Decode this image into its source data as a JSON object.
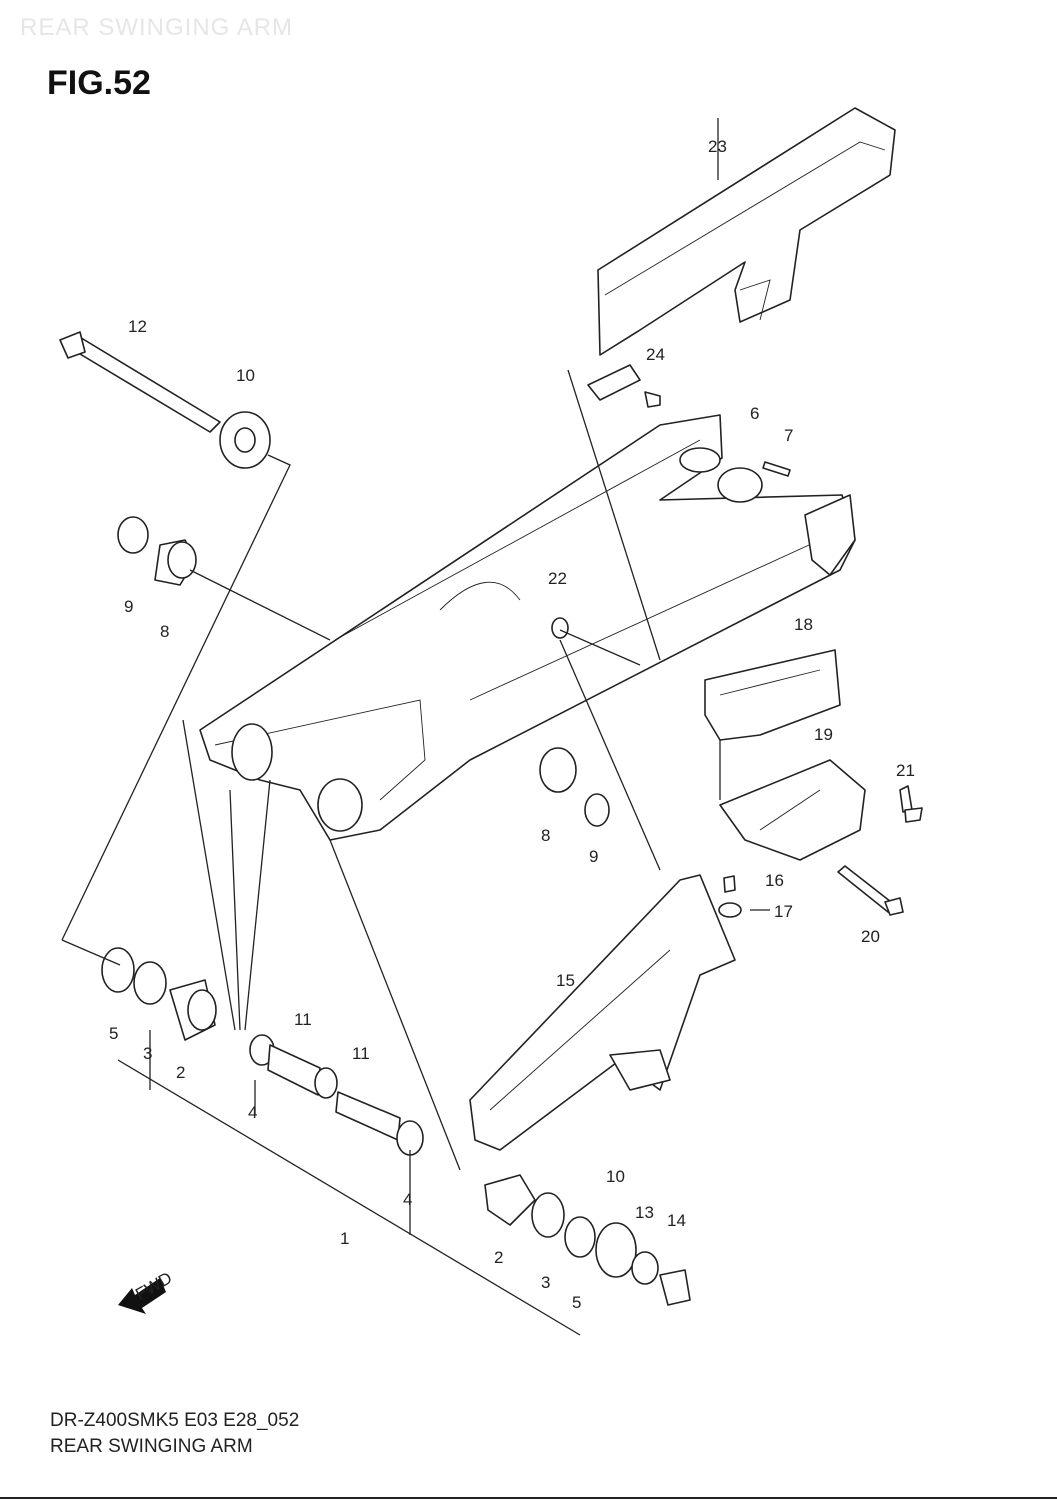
{
  "header": {
    "watermark": "REAR SWINGING ARM",
    "figure": "FIG.52"
  },
  "callouts": {
    "c1": "1",
    "c2a": "2",
    "c2b": "2",
    "c3a": "3",
    "c3b": "3",
    "c4a": "4",
    "c4b": "4",
    "c5a": "5",
    "c5b": "5",
    "c6": "6",
    "c7": "7",
    "c8a": "8",
    "c8b": "8",
    "c9a": "9",
    "c9b": "9",
    "c10a": "10",
    "c10b": "10",
    "c11a": "11",
    "c11b": "11",
    "c12": "12",
    "c13": "13",
    "c14": "14",
    "c15": "15",
    "c16": "16",
    "c17": "17",
    "c18": "18",
    "c19": "19",
    "c20": "20",
    "c21": "21",
    "c22": "22",
    "c23": "23",
    "c24": "24"
  },
  "fwd_label": "FWD",
  "footer": {
    "code": "DR-Z400SMK5 E03 E28_052",
    "name": "REAR SWINGING ARM"
  }
}
